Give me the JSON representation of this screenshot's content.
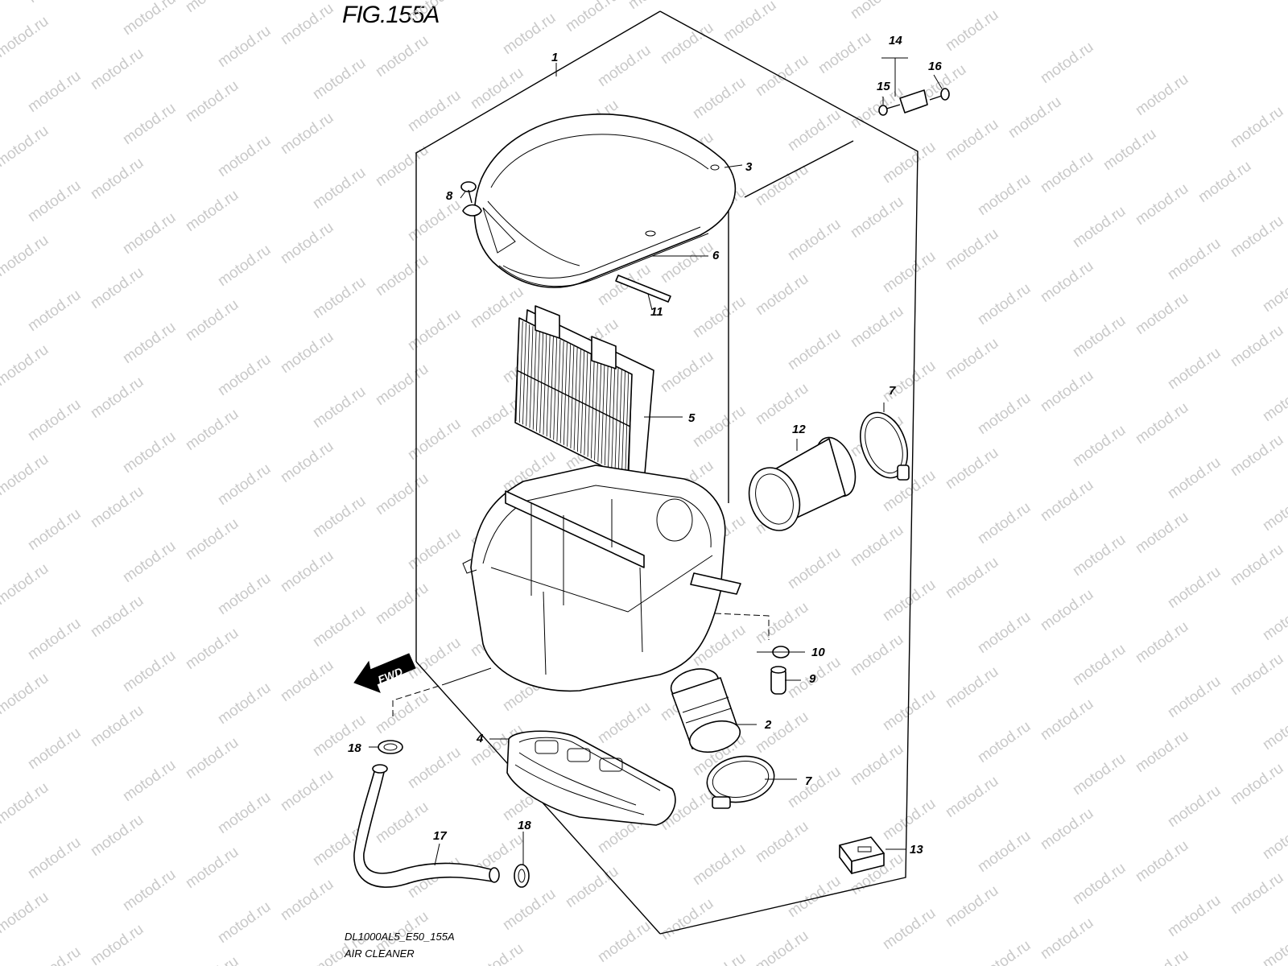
{
  "figure": {
    "title": "FIG.155A",
    "model_code": "DL1000AL5_E50_155A",
    "section_name": "AIR CLEANER",
    "watermark": "motod.ru",
    "fwd_label": "FWD"
  },
  "callouts": {
    "c1": "1",
    "c2": "2",
    "c3": "3",
    "c4": "4",
    "c5": "5",
    "c6": "6",
    "c7a": "7",
    "c7b": "7",
    "c8": "8",
    "c9": "9",
    "c10": "10",
    "c11": "11",
    "c12": "12",
    "c13": "13",
    "c14": "14",
    "c15": "15",
    "c16": "16",
    "c17": "17",
    "c18a": "18",
    "c18b": "18"
  },
  "icons": {
    "fwd": "fwd-arrow-icon"
  }
}
